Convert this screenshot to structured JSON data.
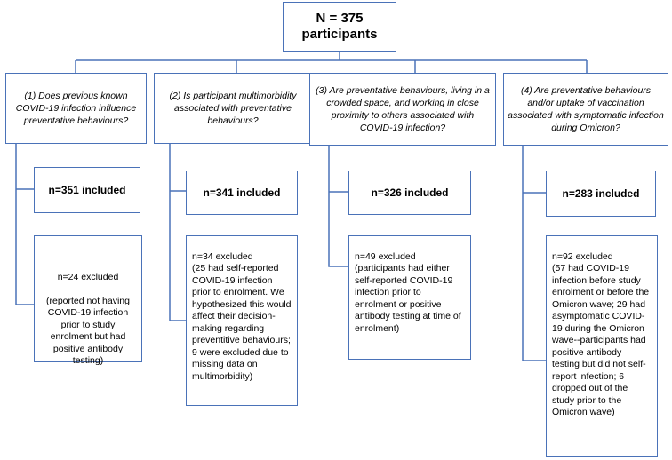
{
  "top": {
    "line1": "N = 375",
    "line2": "participants"
  },
  "columns": [
    {
      "question": "(1) Does previous known COVID-19 infection influence preventative behaviours?",
      "included": "n=351 included",
      "excluded": "n=24 excluded\n\n(reported not having COVID-19 infection prior to study enrolment but had positive antibody testing)"
    },
    {
      "question": "(2) Is participant multimorbidity associated with preventative behaviours?",
      "included": "n=341 included",
      "excluded": "n=34 excluded\n(25 had self-reported COVID-19 infection prior to enrolment. We hypothesized this would affect their decision-making regarding preventitive behaviours; 9 were excluded due to missing data on multimorbidity)"
    },
    {
      "question": "(3) Are preventative behaviours, living in a crowded space, and working in close proximity to others associated with COVID-19 infection?",
      "included": "n=326 included",
      "excluded": "n=49 excluded\n(participants had either self-reported COVID-19 infection prior to enrolment or positive antibody testing at time of enrolment)"
    },
    {
      "question": "(4) Are preventative behaviours and/or uptake of vaccination associated with symptomatic infection during Omicron?",
      "included": "n=283 included",
      "excluded": "n=92 excluded\n(57 had COVID-19 infection before study enrolment or before the Omicron wave; 29 had asymptomatic COVID-19 during the Omicron wave--participants had positive antibody testing but did not self-report infection; 6 dropped out of the study prior to the Omicron wave)"
    }
  ]
}
